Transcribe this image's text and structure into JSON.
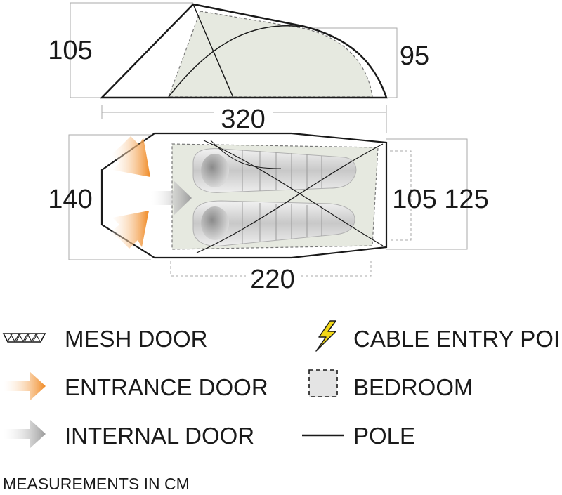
{
  "dimensions": {
    "side_height_front": "105",
    "side_height_rear": "95",
    "total_length": "320",
    "outer_width": "140",
    "bedroom_width": "105",
    "rear_width": "125",
    "bedroom_length": "220"
  },
  "legend": {
    "mesh_door": "MESH DOOR",
    "entrance_door": "ENTRANCE DOOR",
    "internal_door": "INTERNAL DOOR",
    "cable_entry": "CABLE ENTRY POI",
    "bedroom": "BEDROOM",
    "pole": "POLE"
  },
  "colors": {
    "entrance_arrow": "#f08a24",
    "internal_arrow": "#9a9a9a",
    "bedroom_fill": "#e6e9e0",
    "cable_bolt": "#f2d816"
  },
  "footnote": "MEASUREMENTS IN CM"
}
